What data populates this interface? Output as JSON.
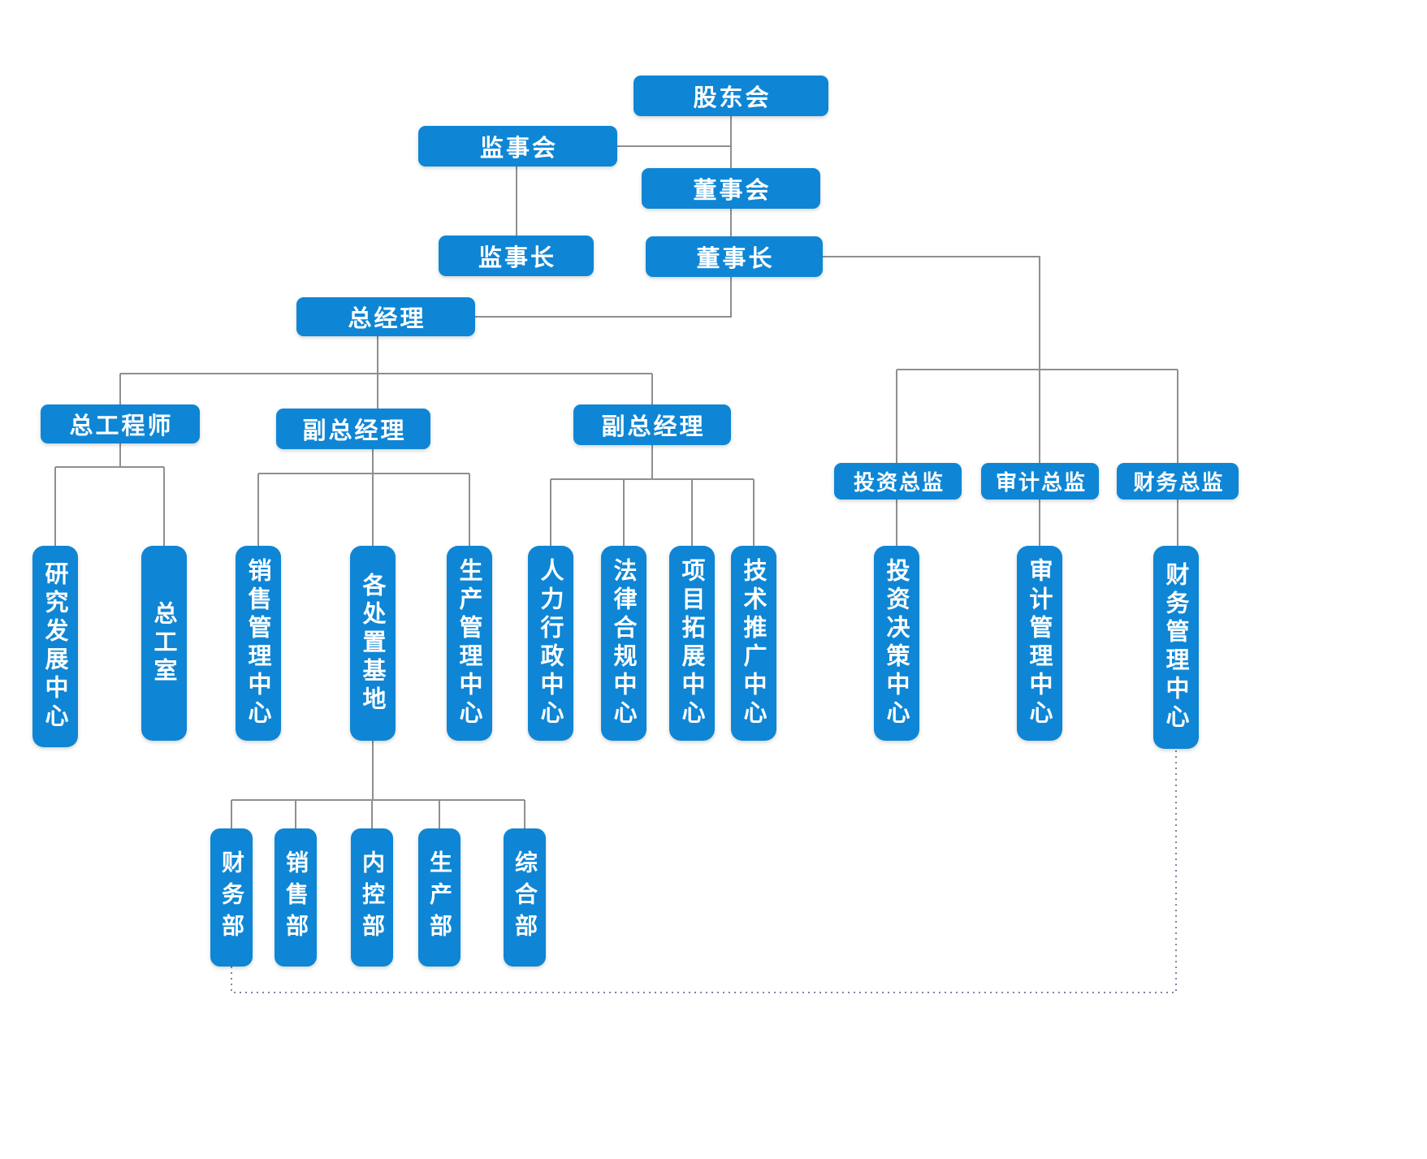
{
  "colors": {
    "node_fill": "#0e86d5",
    "node_text": "#ffffff",
    "connector": "#8f8f8f",
    "dotted_connector": "#7b87a0",
    "background": "#ffffff"
  },
  "nodes": {
    "shareholders_meeting": "股东会",
    "supervisory_board": "监事会",
    "board_of_directors": "董事会",
    "chief_supervisor": "监事长",
    "chairman": "董事长",
    "general_manager": "总经理",
    "chief_engineer": "总工程师",
    "deputy_general_manager_1": "副总经理",
    "deputy_general_manager_2": "副总经理",
    "investment_director": "投资总监",
    "audit_director": "审计总监",
    "finance_director": "财务总监",
    "research_development_center": "研究发展中心",
    "chief_engineer_office": "总工室",
    "sales_management_center": "销售管理中心",
    "disposal_bases": "各处置基地",
    "production_management_center": "生产管理中心",
    "hr_admin_center": "人力行政中心",
    "legal_compliance_center": "法律合规中心",
    "project_expansion_center": "项目拓展中心",
    "technology_promotion_center": "技术推广中心",
    "investment_decision_center": "投资决策中心",
    "audit_management_center": "审计管理中心",
    "finance_management_center": "财务管理中心",
    "finance_department": "财务部",
    "sales_department": "销售部",
    "internal_control_department": "内控部",
    "production_department": "生产部",
    "general_affairs_department": "综合部"
  }
}
